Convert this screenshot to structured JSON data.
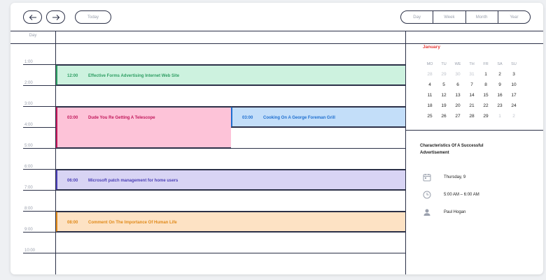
{
  "toolbar": {
    "today_label": "Today",
    "views": [
      "Day",
      "Week",
      "Month",
      "Year"
    ]
  },
  "day_view": {
    "column_label": "Day",
    "time_labels": [
      "1:00",
      "2:00",
      "3:00",
      "4:00",
      "5:00",
      "6:00",
      "7:00",
      "8:00",
      "9:00",
      "10:00"
    ]
  },
  "events": [
    {
      "time": "12:00",
      "title": "Effective Forms Advertising Internet Web Site",
      "bg": "#cdf2df",
      "fg": "#2e9e63",
      "border": "#2e9e63"
    },
    {
      "time": "03:00",
      "title": "Dude You Re Getting A Telescope",
      "bg": "#fdc3d8",
      "fg": "#c2185b",
      "border": "#c2185b"
    },
    {
      "time": "03:00",
      "title": "Cooking On A George Foreman Grill",
      "bg": "#c3def9",
      "fg": "#1e6fd0",
      "border": "#1e6fd0"
    },
    {
      "time": "06:00",
      "title": "Microsoft patch management for home users",
      "bg": "#d8d4f4",
      "fg": "#4b3fb6",
      "border": "#4b3fb6"
    },
    {
      "time": "08:00",
      "title": "Comment On The Importance Of Human Life",
      "bg": "#fde2c4",
      "fg": "#e08a1a",
      "border": "#e08a1a"
    }
  ],
  "mini_calendar": {
    "month": "January",
    "weekdays": [
      "MO",
      "TU",
      "WE",
      "TH",
      "FR",
      "SA",
      "SU"
    ],
    "weeks": [
      [
        "28",
        "29",
        "30",
        "31",
        "1",
        "2",
        "3"
      ],
      [
        "4",
        "5",
        "6",
        "7",
        "8",
        "9",
        "10"
      ],
      [
        "11",
        "12",
        "13",
        "14",
        "15",
        "16",
        "17"
      ],
      [
        "18",
        "19",
        "20",
        "21",
        "22",
        "23",
        "24"
      ],
      [
        "25",
        "26",
        "27",
        "28",
        "29",
        "1",
        "2"
      ]
    ]
  },
  "event_detail": {
    "title": "Characteristics Of A Successful Advertisement",
    "date": "Thursday, 9",
    "time_range": "5:00 AM – 6:00 AM",
    "person": "Paul Hogan"
  }
}
